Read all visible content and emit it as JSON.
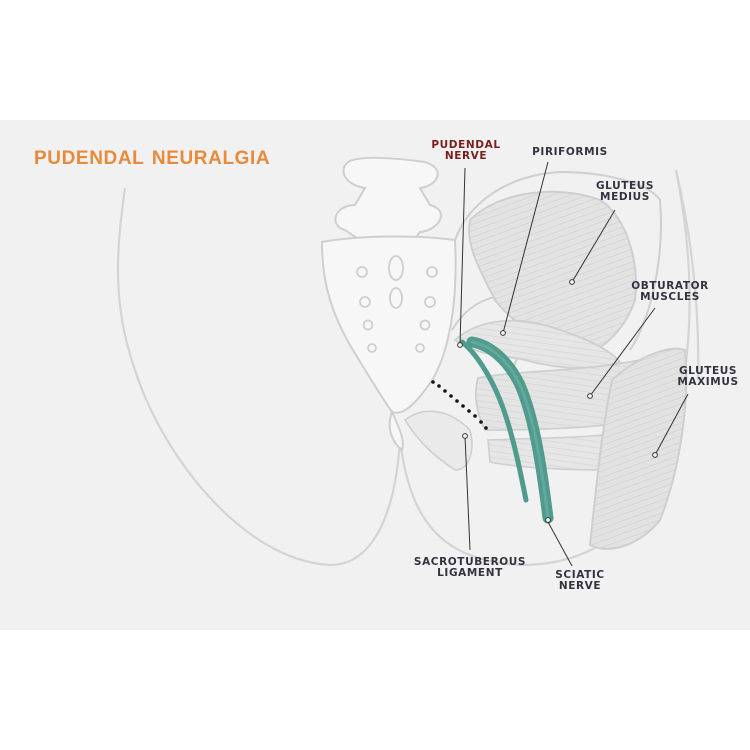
{
  "title": "PUDENDAL  NEURALGIA",
  "labels": {
    "pudendal_nerve": "PUDENDAL\nNERVE",
    "piriformis": "PIRIFORMIS",
    "gluteus_medius": "GLUTEUS\nMEDIUS",
    "obturator_muscles": "OBTURATOR\nMUSCLES",
    "gluteus_maximus": "GLUTEUS\nMAXIMUS",
    "sacrotuberous_ligament": "SACROTUBEROUS\nLIGAMENT",
    "sciatic_nerve": "SCIATIC\nNERVE"
  },
  "colors": {
    "title": "#e88a3a",
    "pudendal_label": "#7a1e1e",
    "label": "#33333f",
    "nerve": "#4f9b8d",
    "outline": "#cfcfcf",
    "muscle_fill": "#e2e2e2",
    "leader": "#333333",
    "background": "#f1f1f1"
  }
}
